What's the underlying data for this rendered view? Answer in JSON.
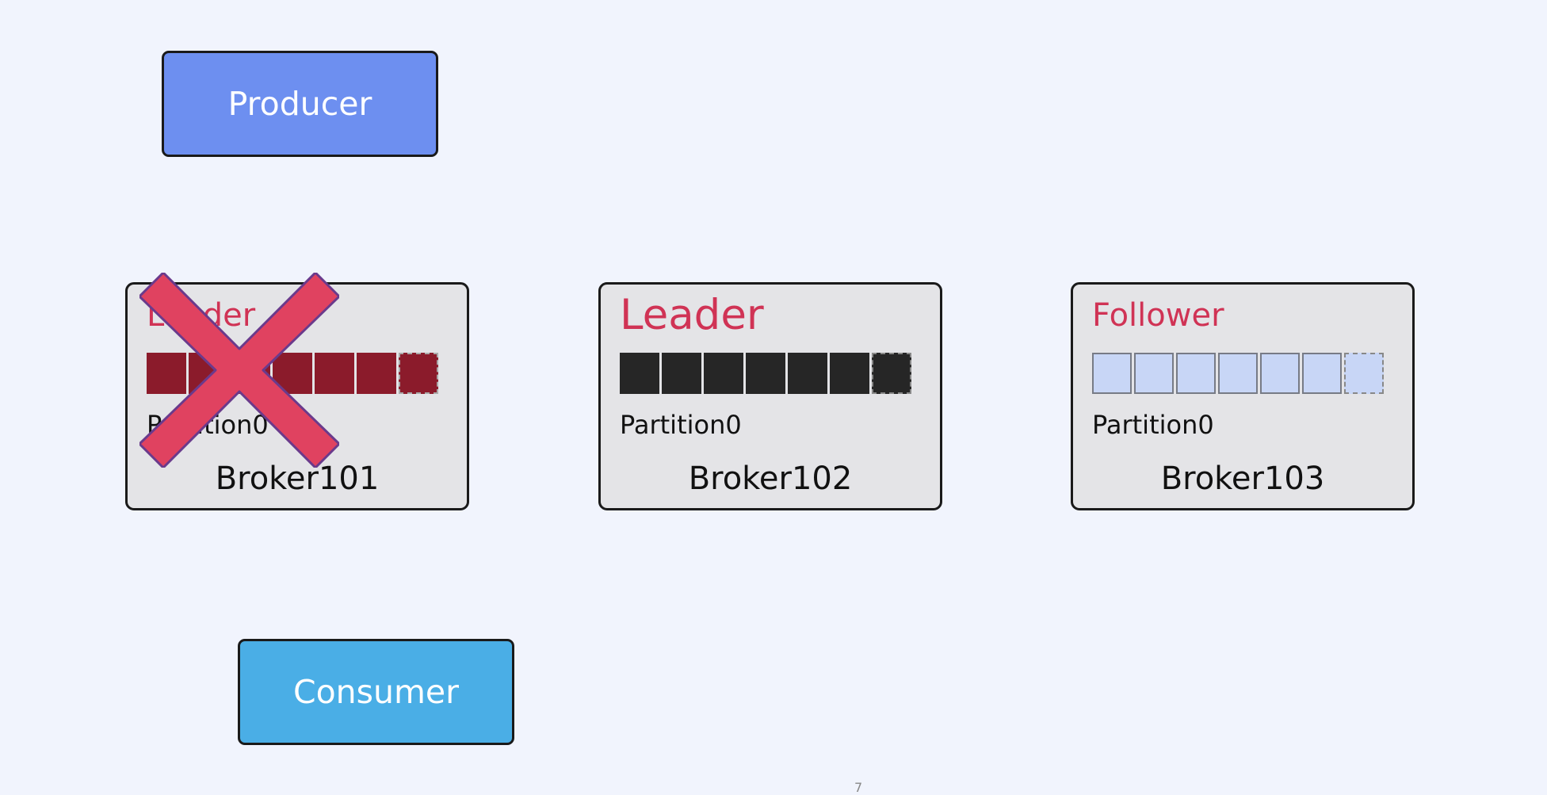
{
  "producer": {
    "label": "Producer"
  },
  "consumer": {
    "label": "Consumer"
  },
  "brokers": [
    {
      "name": "Broker101",
      "role": "Leader",
      "partition": "Partition0",
      "failed": true,
      "color": "#8b1b2b"
    },
    {
      "name": "Broker102",
      "role": "Leader",
      "partition": "Partition0",
      "failed": false,
      "color": "#262626"
    },
    {
      "name": "Broker103",
      "role": "Follower",
      "partition": "Partition0",
      "failed": false,
      "color": "#c8d6f6"
    }
  ],
  "colors": {
    "role": "#d03355",
    "producer": "#6d8ff0",
    "consumer": "#4aaee6",
    "failure_mark": "#e04260"
  },
  "failure_mark_icon": "x-mark-icon",
  "slide_number": "7"
}
